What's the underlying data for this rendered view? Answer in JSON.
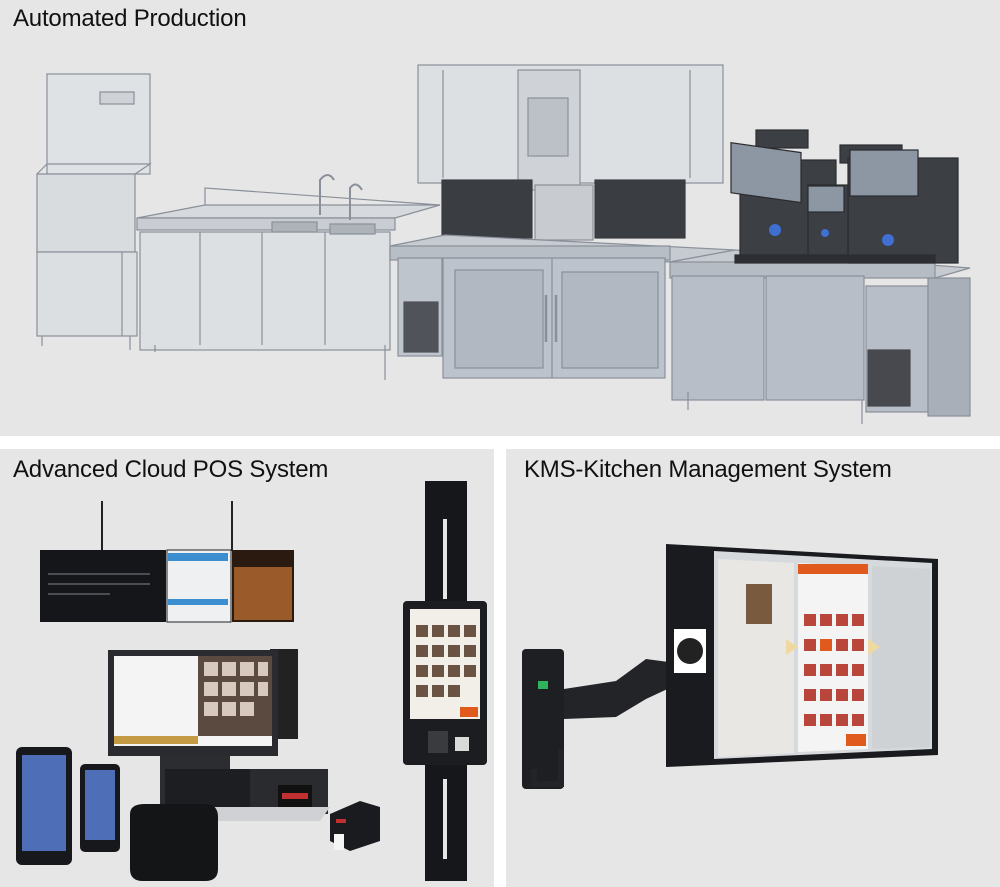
{
  "panels": {
    "top_title": "Automated Production",
    "bottom_left_title": "Advanced Cloud POS System",
    "bottom_right_title": "KMS-Kitchen Management System"
  },
  "colors": {
    "panel_bg": "#e6e6e6",
    "wire_line": "#7f8790",
    "cabinet_fill": "#b9c0ca",
    "machine_dark": "#1c1c1c",
    "accent_orange": "#e05a1e"
  }
}
